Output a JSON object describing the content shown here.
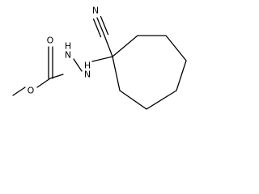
{
  "molecule": {
    "atom_labels": {
      "carbonyl_oxygen": "O",
      "ether_oxygen": "O",
      "hydrazine_n1": "N",
      "hydrazine_n2": "N",
      "hydrazine_h1": "H",
      "hydrazine_h2": "H",
      "nitrile_nitrogen": "N"
    },
    "bond_color": "#000000",
    "background": "#ffffff"
  }
}
